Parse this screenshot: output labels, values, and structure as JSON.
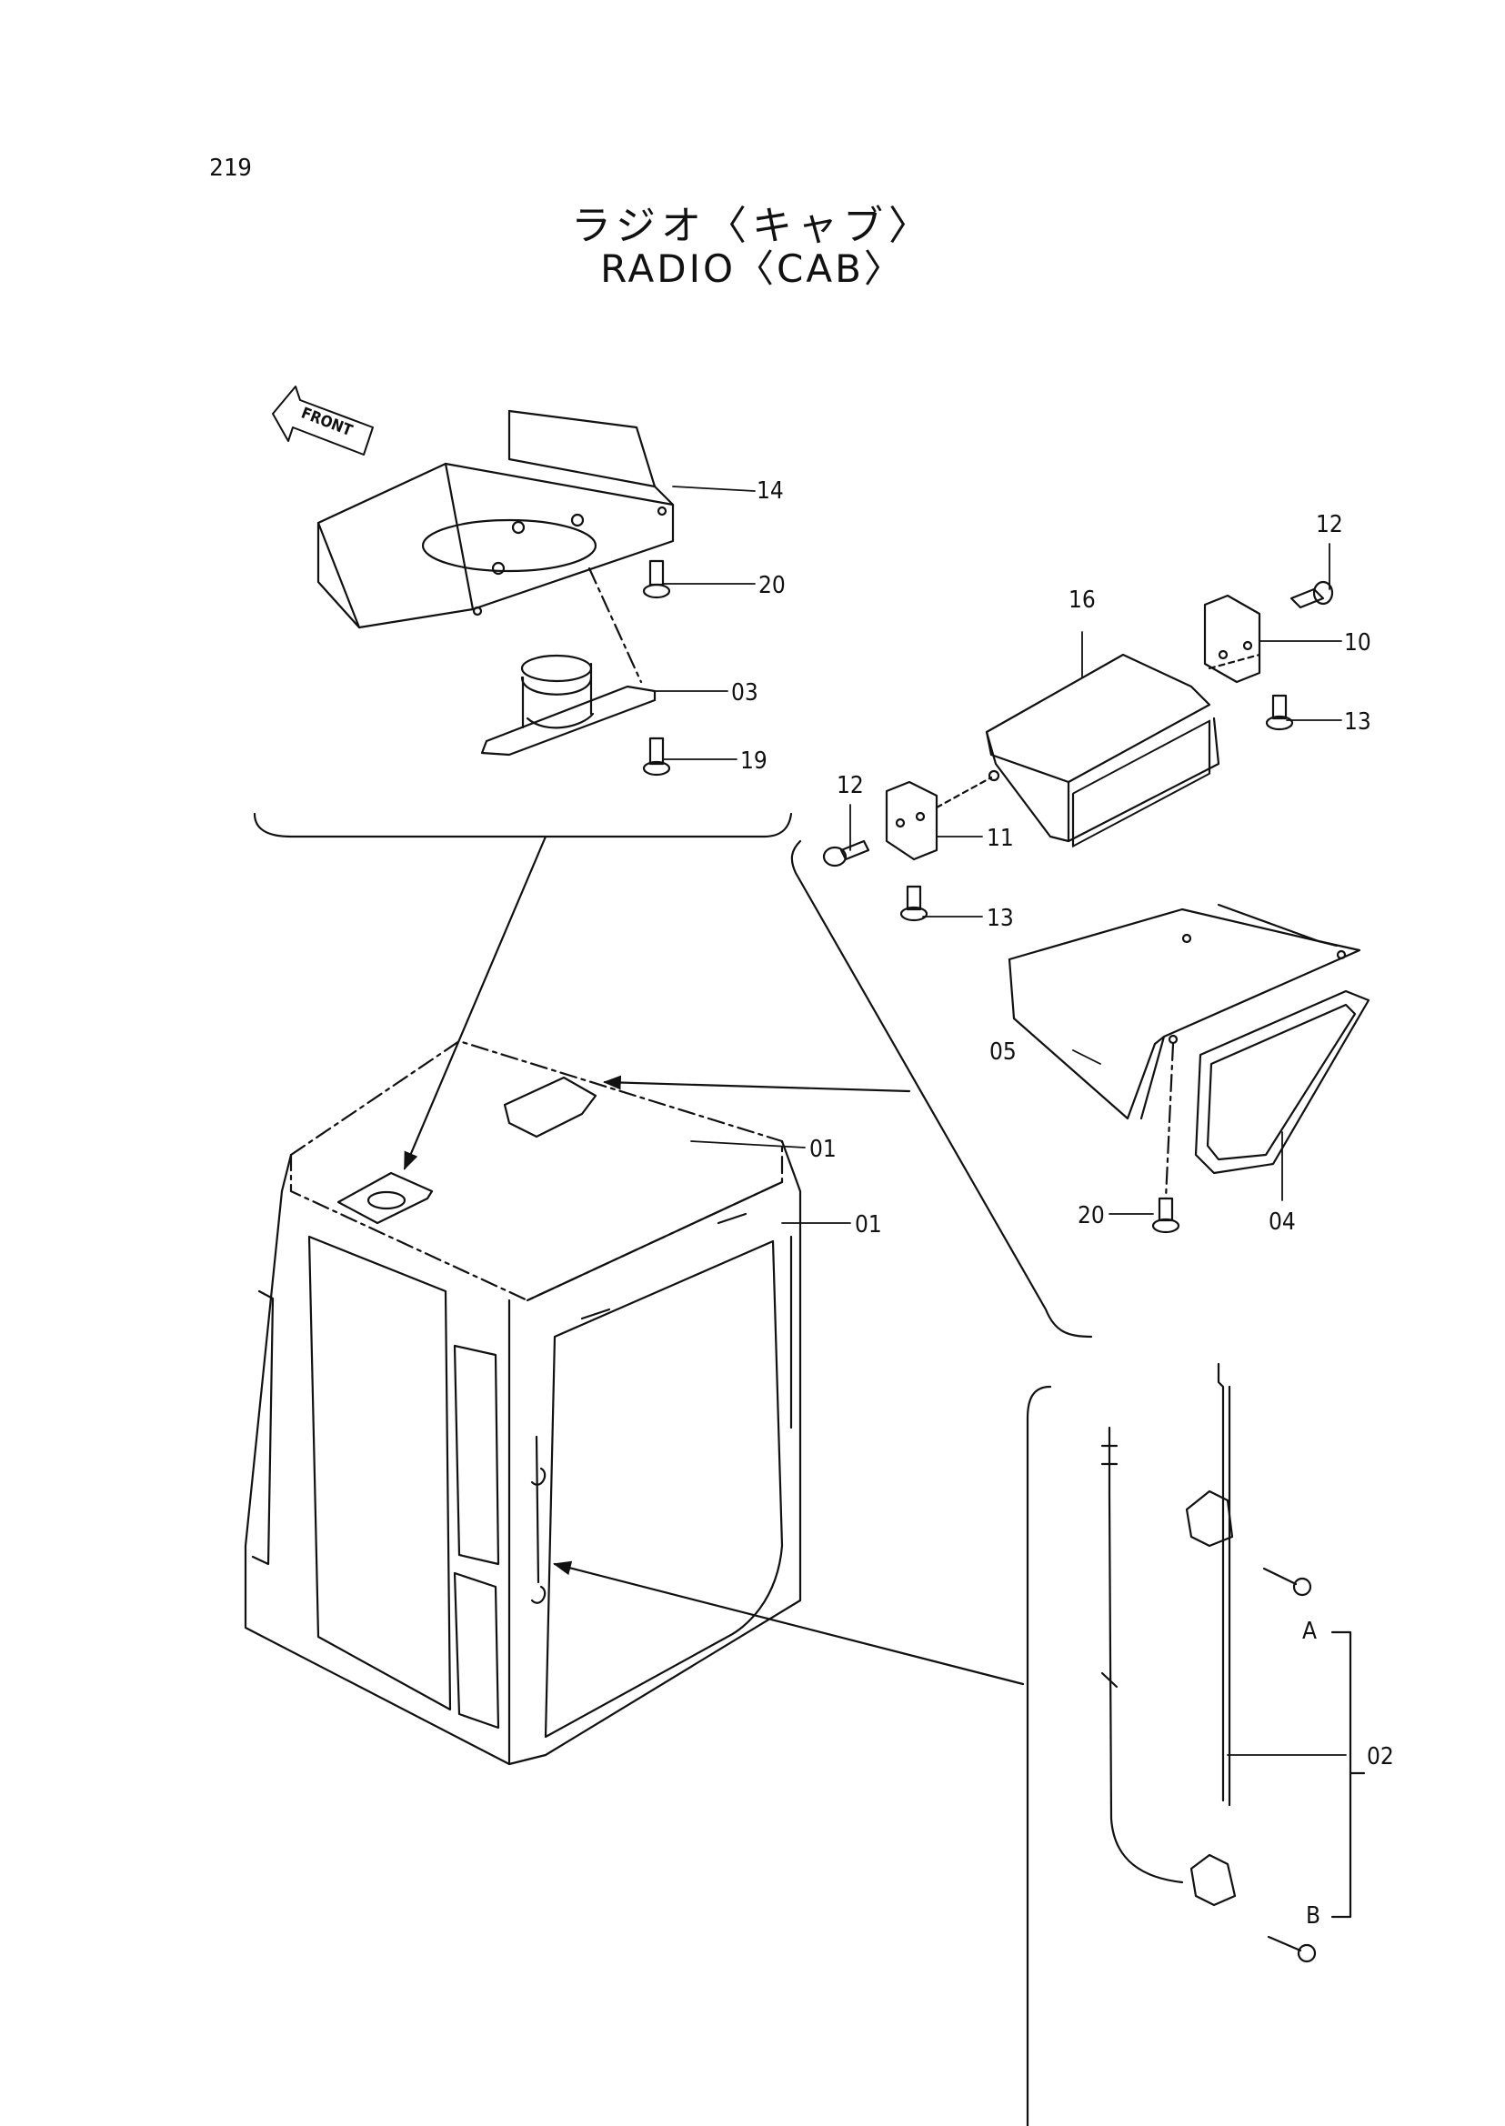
{
  "page_number": "219",
  "title_jp": "ラジオ〈キャブ〉",
  "title_en": "RADIO〈CAB〉",
  "front_label": "FRONT",
  "callouts": {
    "c14": "14",
    "c20a": "20",
    "c03": "03",
    "c19": "19",
    "c12a": "12",
    "c16": "16",
    "c10": "10",
    "c13a": "13",
    "c12b": "12",
    "c11": "11",
    "c13b": "13",
    "c05": "05",
    "c01a": "01",
    "c01b": "01",
    "c20b": "20",
    "c04": "04",
    "cA": "A",
    "cB": "B",
    "c02": "02"
  }
}
